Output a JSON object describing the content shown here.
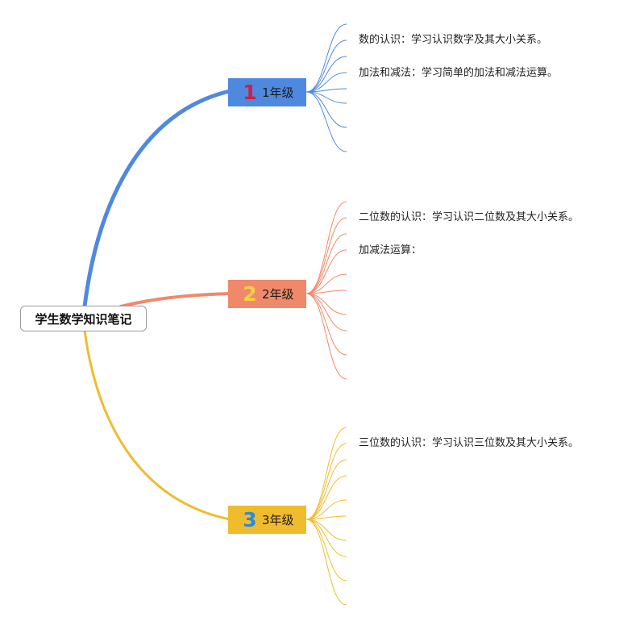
{
  "root": {
    "title": "学生数学知识笔记"
  },
  "grades": [
    {
      "number": "1",
      "label": "1年级",
      "color": "#4f89df",
      "number_color": "#d91a3c",
      "notes": [
        "数的认识：学习认识数字及其大小关系。",
        "加法和减法：学习简单的加法和减法运算。"
      ]
    },
    {
      "number": "2",
      "label": "2年级",
      "color": "#f0896a",
      "number_color": "#f5d04a",
      "notes": [
        "二位数的认识：学习认识二位数及其大小关系。",
        "加减法运算："
      ]
    },
    {
      "number": "3",
      "label": "3年级",
      "color": "#f0bc2e",
      "number_color": "#2c8ad6",
      "notes": [
        "三位数的认识：学习认识三位数及其大小关系。"
      ]
    }
  ]
}
